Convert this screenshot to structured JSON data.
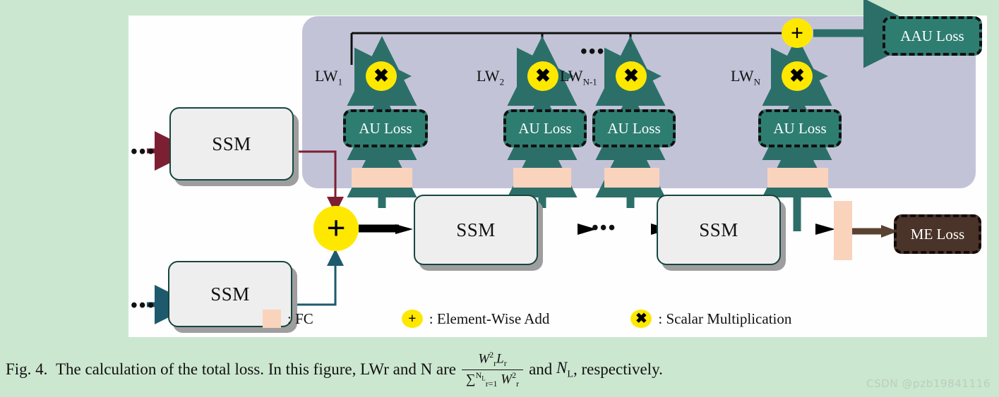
{
  "figure": {
    "background_color": "#cce7d0",
    "panel_color": "#fefefe",
    "group_panel_color": "#c3c3d8",
    "accent_teal": "#2e7d71",
    "accent_yellow": "#ffe800",
    "accent_fc": "#fad3bd",
    "accent_maroon": "#7d1f33",
    "accent_brown": "#4a3328",
    "ssm_blocks": [
      {
        "id": "ssm-top-left",
        "label": "SSM"
      },
      {
        "id": "ssm-bottom-left",
        "label": "SSM"
      },
      {
        "id": "ssm-mid-1",
        "label": "SSM"
      },
      {
        "id": "ssm-mid-2",
        "label": "SSM"
      }
    ],
    "au_loss_blocks": [
      {
        "id": "au-loss-1",
        "label": "AU Loss"
      },
      {
        "id": "au-loss-2",
        "label": "AU Loss"
      },
      {
        "id": "au-loss-3",
        "label": "AU Loss"
      },
      {
        "id": "au-loss-4",
        "label": "AU Loss"
      }
    ],
    "weight_labels": [
      {
        "id": "lw-1",
        "base": "LW",
        "sub": "1"
      },
      {
        "id": "lw-2",
        "base": "LW",
        "sub": "2"
      },
      {
        "id": "lw-n-minus-1",
        "base": "LW",
        "sub": "N-1"
      },
      {
        "id": "lw-n",
        "base": "LW",
        "sub": "N"
      }
    ],
    "multiply_nodes": [
      {
        "id": "mult-1",
        "glyph": "✖"
      },
      {
        "id": "mult-2",
        "glyph": "✖"
      },
      {
        "id": "mult-3",
        "glyph": "✖"
      },
      {
        "id": "mult-4",
        "glyph": "✖"
      }
    ],
    "add_nodes": [
      {
        "id": "add-aau",
        "glyph": "➕"
      },
      {
        "id": "add-fusion",
        "glyph": "➕"
      }
    ],
    "aau_loss": {
      "label": "AAU Loss"
    },
    "me_loss": {
      "label": "ME Loss"
    },
    "ellipsis_top": "•••",
    "ellipsis_mid": "•••",
    "ellipsis_in_left": "•••",
    "fc_count": 5
  },
  "legend": {
    "items": [
      {
        "id": "legend-fc",
        "symbol_type": "rect",
        "glyph": "",
        "text": ": FC"
      },
      {
        "id": "legend-add",
        "symbol_type": "circle",
        "glyph": "✚",
        "text": ": Element-Wise Add"
      },
      {
        "id": "legend-mult",
        "symbol_type": "circle",
        "glyph": "✖",
        "text": ": Scalar Multiplication"
      }
    ]
  },
  "caption": {
    "prefix": "Fig. 4.",
    "text_before": "The calculation of the total loss. In this figure, LWr and N are",
    "formula": {
      "numerator_w": "W",
      "numerator_w_sup": "2",
      "numerator_w_sub": "r",
      "numerator_l": "L",
      "numerator_l_sub": "r",
      "denominator_sigma": "∑",
      "denominator_sigma_sup": "N",
      "denominator_sigma_sup_sub": "L",
      "denominator_sigma_sub": "r=1",
      "denominator_w": "W",
      "denominator_w_sup": "2",
      "denominator_w_sub": "r"
    },
    "text_after_1": "and",
    "symbol_n": "N",
    "symbol_n_sub": "L",
    "text_after_2": ", respectively."
  },
  "watermark": {
    "text": "CSDN @pzb19841116"
  }
}
